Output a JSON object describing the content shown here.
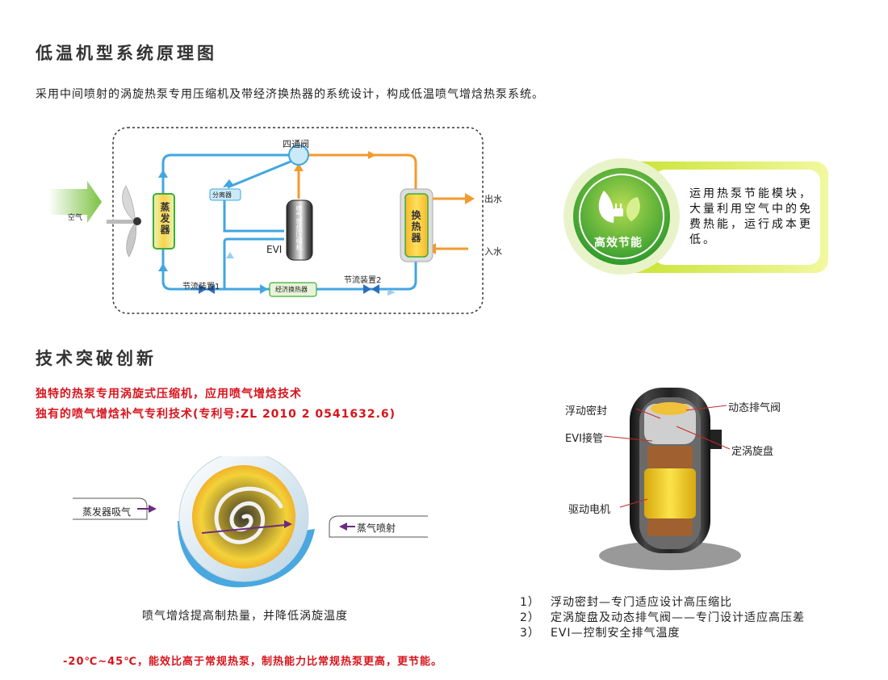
{
  "section1": {
    "title": "低温机型系统原理图",
    "intro": "采用中间喷射的涡旋热泵专用压缩机及带经济换热器的系统设计，构成低温喷气增焓热泵系统。"
  },
  "diagram": {
    "air_label": "空气",
    "evaporator_label": "蒸发器",
    "four_way_valve_label": "四通阀",
    "separator_label": "分离器",
    "compressor_label": "喷气增焓压缩机",
    "evi_label": "EVI",
    "heat_exchanger_label": "换热器",
    "water_out_label": "出水",
    "water_in_label": "入水",
    "throttle1_label": "节流装置1",
    "throttle2_label": "节流装置2",
    "economizer_label": "经济换热器",
    "colors": {
      "blue_pipe": "#41a6e0",
      "orange_pipe": "#f39a2e",
      "green": "#3cae3a"
    }
  },
  "badge": {
    "label": "高效节能",
    "text": "运用热泵节能模块，大量利用空气中的免费热能，运行成本更低。"
  },
  "section2": {
    "title": "技术突破创新",
    "red_line1": "独特的热泵专用涡旋式压缩机，应用喷气增焓技术",
    "red_line2": "独有的喷气增焓补气专利技术(专利号:ZL 2010 2 0541632.6)"
  },
  "scroll": {
    "suction_label": "蒸发器吸气",
    "injection_label": "蒸气喷射",
    "caption": "喷气增焓提高制热量，并降低涡旋温度"
  },
  "compressor_photo": {
    "floating_seal_label": "浮动密封",
    "evi_port_label": "EVI接管",
    "dynamic_valve_label": "动态排气阀",
    "fixed_scroll_label": "定涡旋盘",
    "motor_label": "驱动电机"
  },
  "features": [
    {
      "num": "1）",
      "text": "浮动密封—专门适应设计高压缩比"
    },
    {
      "num": "2）",
      "text": "定涡旋盘及动态排气阀——专门设计适应高压差"
    },
    {
      "num": "3）",
      "text": "EVI—控制安全排气温度"
    }
  ],
  "footer_note": "-20℃~45℃，能效比高于常规热泵，制热能力比常规热泵更高，更节能。"
}
